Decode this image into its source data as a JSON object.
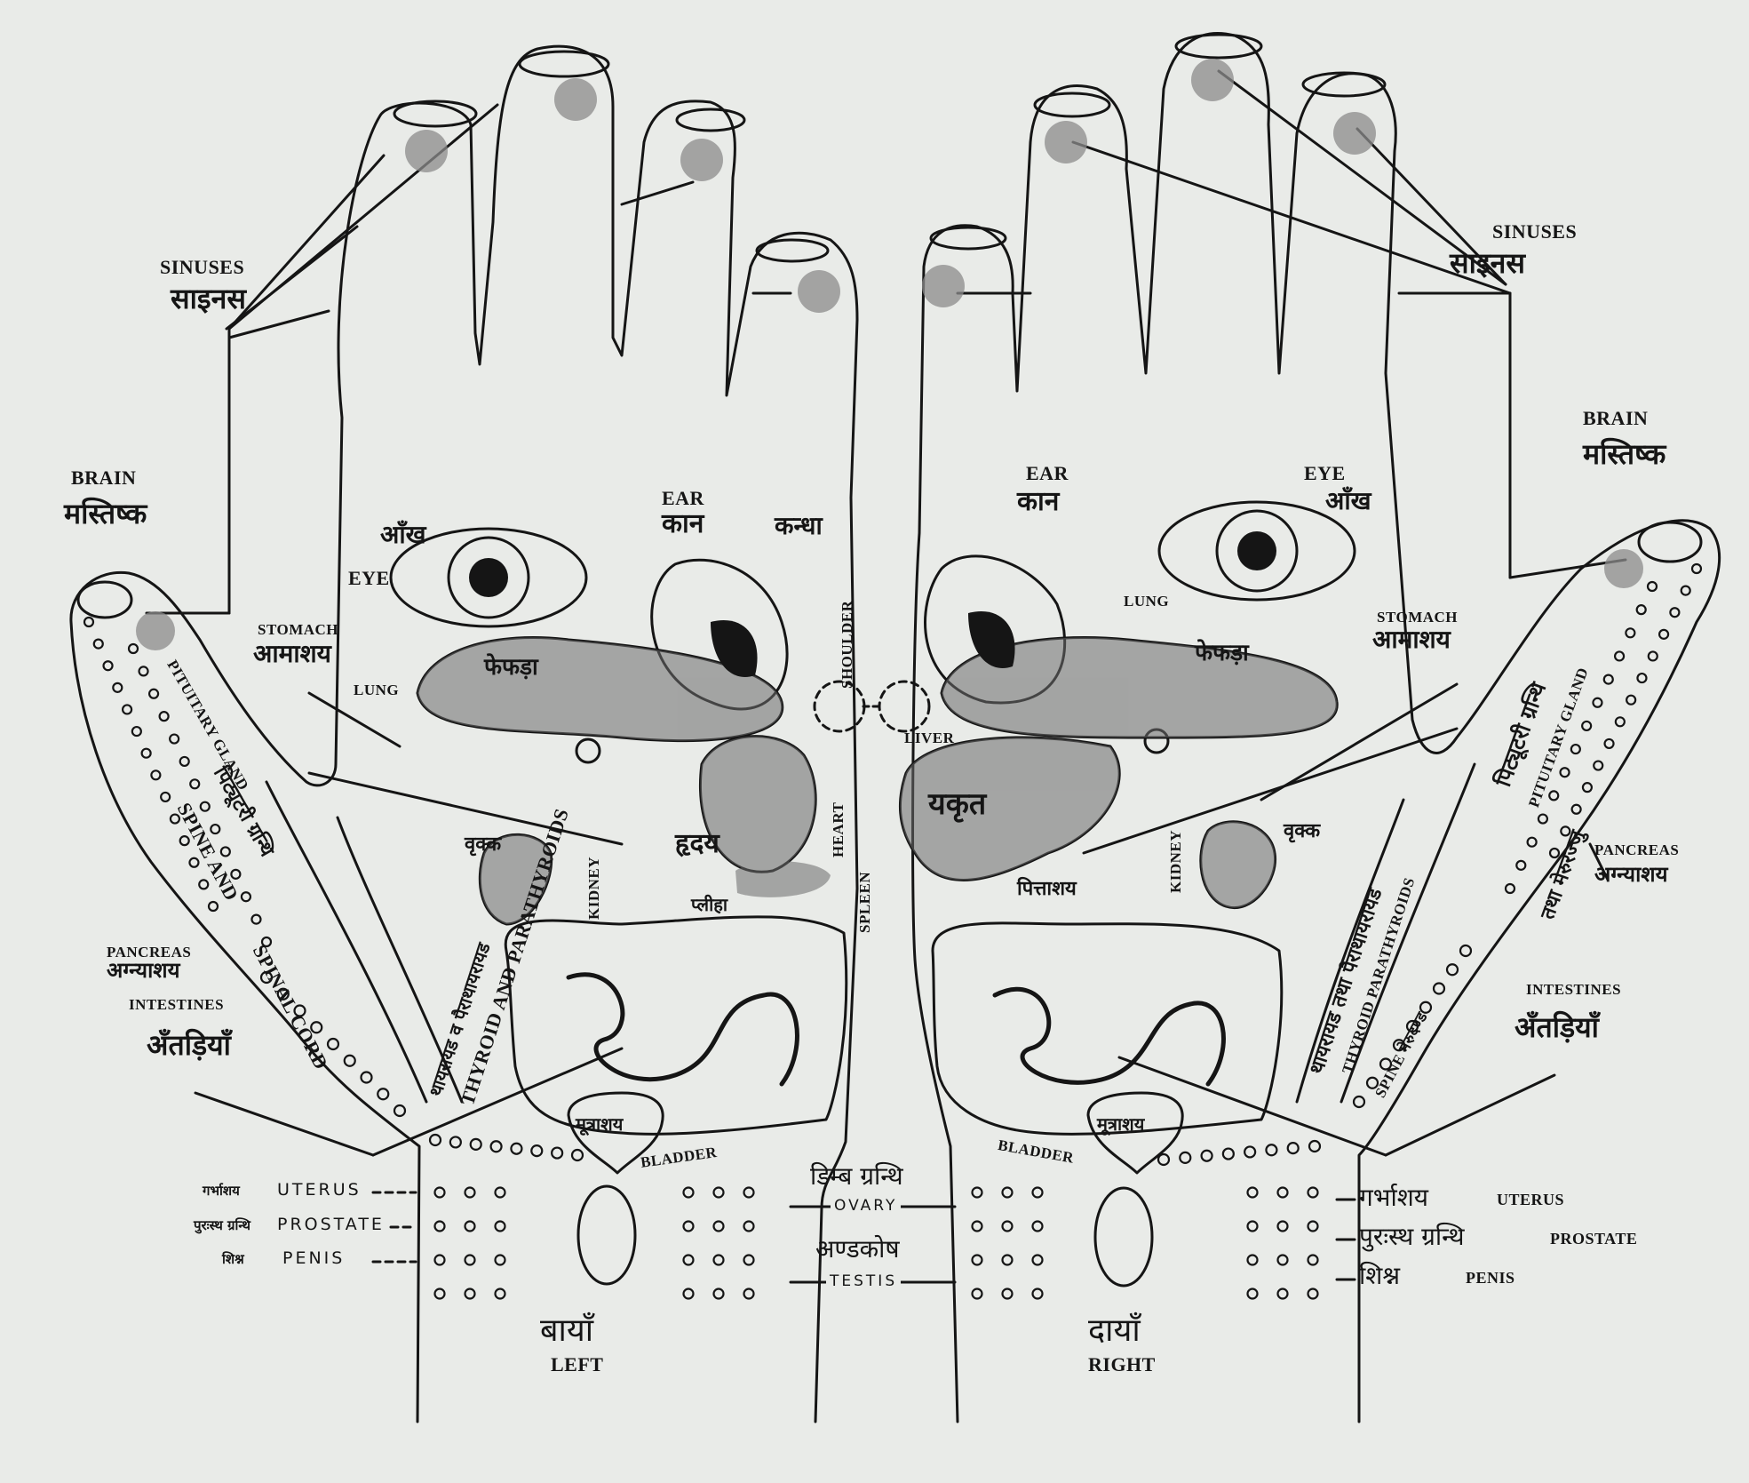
{
  "colors": {
    "paper": "#e9ebe8",
    "ink": "#151515",
    "shade": "#8b8b8b"
  },
  "left": {
    "sinuses_en": "SINUSES",
    "sinuses_hi": "साइनस",
    "brain_en": "BRAIN",
    "brain_hi": "मस्तिष्क",
    "eye_hi": "आँख",
    "eye_en": "EYE",
    "ear_en": "EAR",
    "ear_hi": "कान",
    "shoulder_hi": "कन्धा",
    "shoulder_en": "SHOULDER",
    "stomach_en": "STOMACH",
    "stomach_hi": "आमाशय",
    "lung_en": "LUNG",
    "lung_hi": "फेफड़ा",
    "pituitary_en": "PITUITARY GLAND",
    "pituitary_hi": "पिट्यूटरी ग्रन्थि",
    "spine_en": "SPINE AND",
    "spinal_cord_en": "SPINAL CORD",
    "thyroid_en": "THYROID AND PARATHYROIDS",
    "thyroid_hi": "थायरायड व पैराथायरायड",
    "kidney_hi": "वृक्क",
    "kidney_en": "KIDNEY",
    "heart_hi": "हृदय",
    "heart_en": "HEART",
    "spleen_hi": "प्लीहा",
    "spleen_en": "SPLEEN",
    "pancreas_en": "PANCREAS",
    "pancreas_hi": "अग्न्याशय",
    "intestines_en": "INTESTINES",
    "intestines_hi": "अँतड़ियाँ",
    "bladder_hi": "मूत्राशय",
    "bladder_en": "BLADDER",
    "side_hi": "बायाँ",
    "side_en": "LEFT"
  },
  "right": {
    "sinuses_en": "SINUSES",
    "sinuses_hi": "साइनस",
    "brain_en": "BRAIN",
    "brain_hi": "मस्तिष्क",
    "ear_en": "EAR",
    "ear_hi": "कान",
    "eye_en": "EYE",
    "eye_hi": "आँख",
    "lung_en": "LUNG",
    "lung_hi": "फेफड़ा",
    "stomach_en": "STOMACH",
    "stomach_hi": "आमाशय",
    "liver_en": "LIVER",
    "liver_hi": "यकृत",
    "gall_hi": "पित्ताशय",
    "kidney_en": "KIDNEY",
    "kidney_hi": "वृक्क",
    "pituitary_hi": "पिट्यूटरी ग्रन्थि",
    "pituitary_en": "PITUITARY GLAND",
    "spine_hi": "तथा मेरुरज्जु",
    "thyroid_hi": "थायरायड तथा पैराथायरायड",
    "thyroid_en": "THYROID PARATHYROIDS",
    "spine_en": "SPINE मेरुदण्ड",
    "pancreas_en": "PANCREAS",
    "pancreas_hi": "अग्न्याशय",
    "intestines_en": "INTESTINES",
    "intestines_hi": "अँतड़ियाँ",
    "bladder_hi": "मूत्राशय",
    "bladder_en": "BLADDER",
    "side_hi": "दायाँ",
    "side_en": "RIGHT"
  },
  "legend": {
    "uterus_hi": "गर्भाशय",
    "uterus_en": "UTERUS",
    "prostate_hi": "पुरःस्थ ग्रन्थि",
    "prostate_en": "PROSTATE",
    "penis_hi": "शिश्न",
    "penis_en": "PENIS",
    "ovary_hi": "डिम्ब ग्रन्थि",
    "ovary_en": "OVARY",
    "testis_hi": "अण्डकोष",
    "testis_en": "TESTIS",
    "r_uterus_hi": "गर्भाशय",
    "r_uterus_en": "UTERUS",
    "r_prostate_hi": "पुरःस्थ ग्रन्थि",
    "r_prostate_en": "PROSTATE",
    "r_penis_hi": "शिश्न",
    "r_penis_en": "PENIS"
  }
}
